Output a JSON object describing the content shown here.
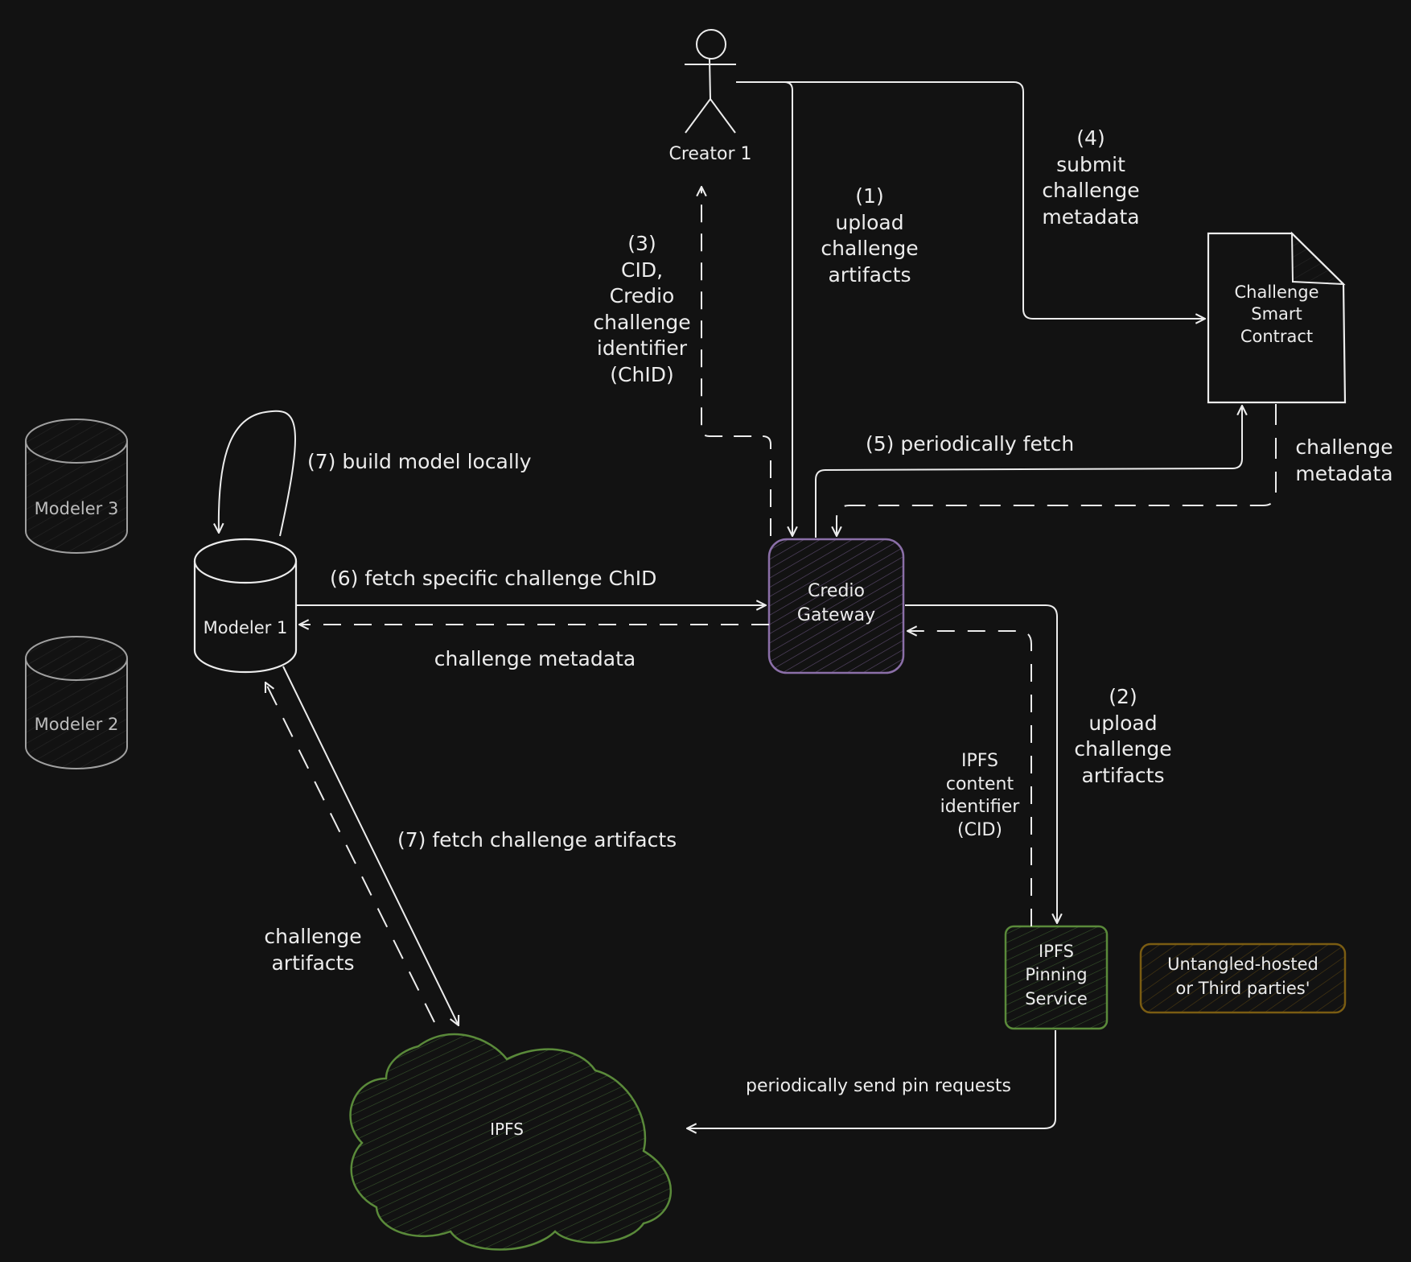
{
  "diagram": {
    "colors": {
      "background": "#121212",
      "stroke": "#ececec",
      "stroke_dim": "#a0a0a0",
      "gateway_border": "#8b6fa8",
      "ipfs_border": "#5a8a3a",
      "untangled_border": "#7a5c12"
    },
    "nodes": {
      "creator": {
        "label": "Creator 1",
        "shape": "stick-figure"
      },
      "gateway": {
        "label": "Credio\nGateway",
        "shape": "rounded-rect"
      },
      "smart_contract": {
        "label": "Challenge\nSmart\nContract",
        "shape": "document"
      },
      "modeler1": {
        "label": "Modeler 1",
        "shape": "cylinder"
      },
      "modeler2": {
        "label": "Modeler 2",
        "shape": "cylinder"
      },
      "modeler3": {
        "label": "Modeler 3",
        "shape": "cylinder"
      },
      "pinning": {
        "label": "IPFS\nPinning\nService",
        "shape": "rounded-rect"
      },
      "untangled": {
        "label": "Untangled-hosted\nor Third parties'",
        "shape": "rounded-rect"
      },
      "ipfs": {
        "label": "IPFS",
        "shape": "cloud"
      }
    },
    "edges": {
      "e1": {
        "label": "(1)\nupload\nchallenge\nartifacts",
        "from": "Creator 1",
        "to": "Credio Gateway",
        "style": "solid"
      },
      "e2": {
        "label": "(2)\nupload\nchallenge\nartifacts",
        "from": "Credio Gateway",
        "to": "IPFS Pinning Service",
        "style": "solid"
      },
      "e2r": {
        "label": "IPFS\ncontent\nidentifier\n(CID)",
        "from": "IPFS Pinning Service",
        "to": "Credio Gateway",
        "style": "dashed"
      },
      "e3": {
        "label": "(3)\nCID,\nCredio\nchallenge\nidentifier\n(ChID)",
        "from": "Credio Gateway",
        "to": "Creator 1",
        "style": "dashed"
      },
      "e4": {
        "label": "(4)\nsubmit\nchallenge\nmetadata",
        "from": "Creator 1",
        "to": "Challenge Smart Contract",
        "style": "solid"
      },
      "e5": {
        "label": "(5) periodically fetch",
        "from": "Credio Gateway",
        "to": "Challenge Smart Contract",
        "style": "solid"
      },
      "e5r": {
        "label": "challenge\nmetadata",
        "from": "Challenge Smart Contract",
        "to": "Credio Gateway",
        "style": "dashed"
      },
      "e6": {
        "label": "(6) fetch specific challenge ChID",
        "from": "Modeler 1",
        "to": "Credio Gateway",
        "style": "solid"
      },
      "e6r": {
        "label": "challenge metadata",
        "from": "Credio Gateway",
        "to": "Modeler 1",
        "style": "dashed"
      },
      "e7loop": {
        "label": "(7) build model locally",
        "from": "Modeler 1",
        "to": "Modeler 1",
        "style": "solid"
      },
      "e7": {
        "label": "(7) fetch challenge artifacts",
        "from": "Modeler 1",
        "to": "IPFS",
        "style": "solid"
      },
      "e7r": {
        "label": "challenge\nartifacts",
        "from": "IPFS",
        "to": "Modeler 1",
        "style": "dashed"
      },
      "epin": {
        "label": "periodically send pin requests",
        "from": "IPFS Pinning Service",
        "to": "IPFS",
        "style": "solid"
      }
    }
  }
}
